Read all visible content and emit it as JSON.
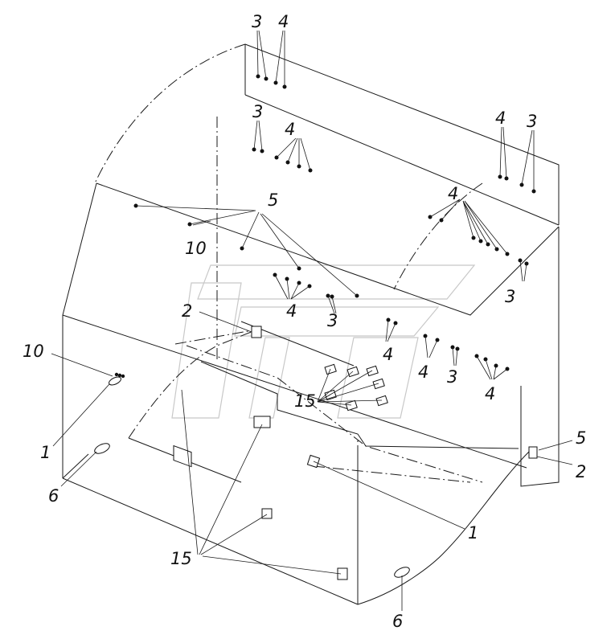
{
  "diagram": {
    "callouts": [
      {
        "label": "3"
      },
      {
        "label": "4"
      },
      {
        "label": "3"
      },
      {
        "label": "4"
      },
      {
        "label": "4"
      },
      {
        "label": "3"
      },
      {
        "label": "5"
      },
      {
        "label": "10"
      },
      {
        "label": "4"
      },
      {
        "label": "2"
      },
      {
        "label": "4"
      },
      {
        "label": "3"
      },
      {
        "label": "3"
      },
      {
        "label": "4"
      },
      {
        "label": "4"
      },
      {
        "label": "3"
      },
      {
        "label": "4"
      },
      {
        "label": "15"
      },
      {
        "label": "10"
      },
      {
        "label": "1"
      },
      {
        "label": "6"
      },
      {
        "label": "5"
      },
      {
        "label": "2"
      },
      {
        "label": "1"
      },
      {
        "label": "15"
      },
      {
        "label": "6"
      }
    ]
  }
}
